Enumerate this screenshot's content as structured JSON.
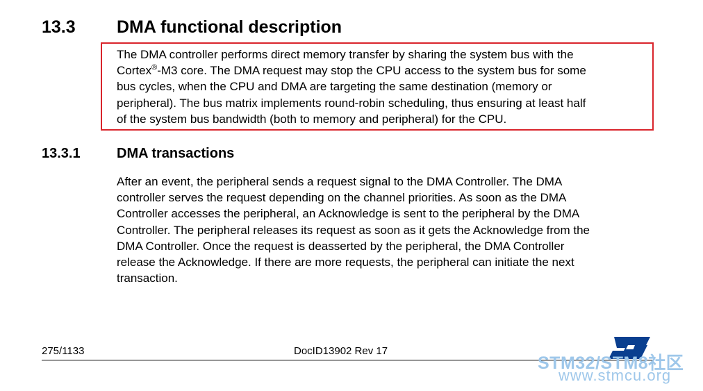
{
  "section": {
    "number": "13.3",
    "title": "DMA functional description",
    "lines": [
      "The DMA controller performs direct memory transfer by sharing the system bus with the",
      "-M3 core. The DMA request may stop the CPU access to the system bus for some",
      "bus cycles, when the CPU and DMA are targeting the same destination (memory or",
      "peripheral). The bus matrix implements round-robin scheduling, thus ensuring at least half",
      "of the system bus bandwidth (both to memory and peripheral) for the CPU."
    ],
    "cortex": "Cortex",
    "registered": "®"
  },
  "subsection": {
    "number": "13.3.1",
    "title": "DMA transactions",
    "lines": [
      "After an event, the peripheral sends a request signal to the DMA Controller. The DMA",
      "controller serves the request depending on the channel priorities. As soon as the DMA",
      "Controller accesses the peripheral, an Acknowledge is sent to the peripheral by the DMA",
      "Controller. The peripheral releases its request as soon as it gets the Acknowledge from the",
      "DMA Controller. Once the request is deasserted by the peripheral, the DMA Controller",
      "release the Acknowledge. If there are more requests, the peripheral can initiate the next",
      "transaction."
    ]
  },
  "footer": {
    "page": "275/1133",
    "doc_id": "DocID13902 Rev 17"
  },
  "watermark": {
    "logo_text": "ST",
    "line1": "STM32/STM8社区",
    "line2": "www.stmcu.org"
  },
  "colors": {
    "highlight_border": "#d9242b",
    "watermark": "#9ec7ea",
    "logo_blue": "#0a3f8f"
  }
}
